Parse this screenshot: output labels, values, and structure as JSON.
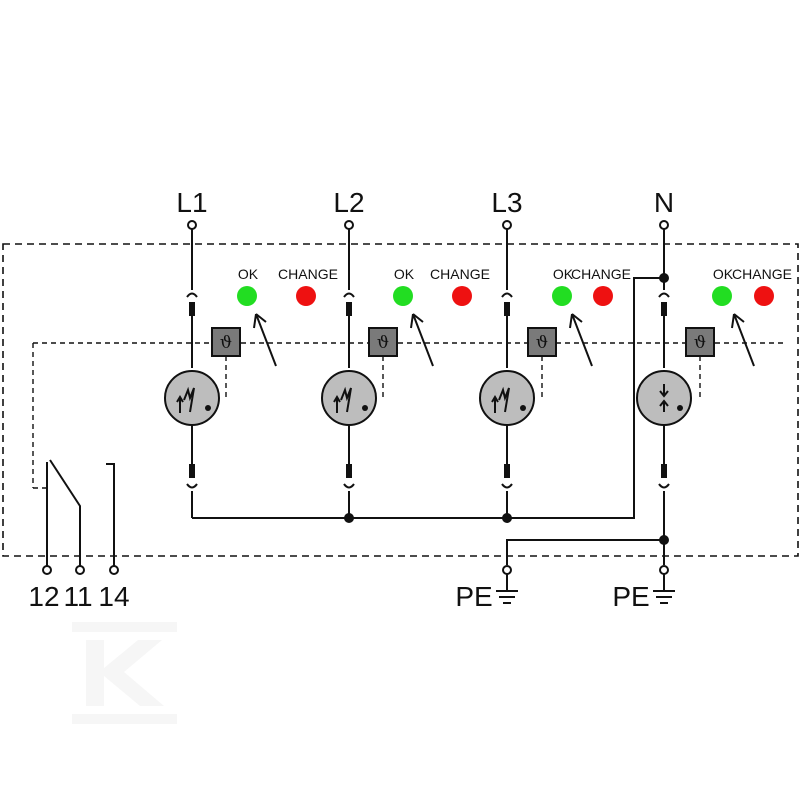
{
  "terminals": {
    "phases": [
      "L1",
      "L2",
      "L3",
      "N"
    ],
    "earth": [
      "PE",
      "PE"
    ],
    "contacts": [
      "12",
      "11",
      "14"
    ]
  },
  "indicators": {
    "ok_label": "OK",
    "change_label": "CHANGE",
    "ok_color": "#22dd22",
    "change_color": "#ee1111"
  },
  "thermal_symbol": "ϑ",
  "watermark_letter": "K"
}
